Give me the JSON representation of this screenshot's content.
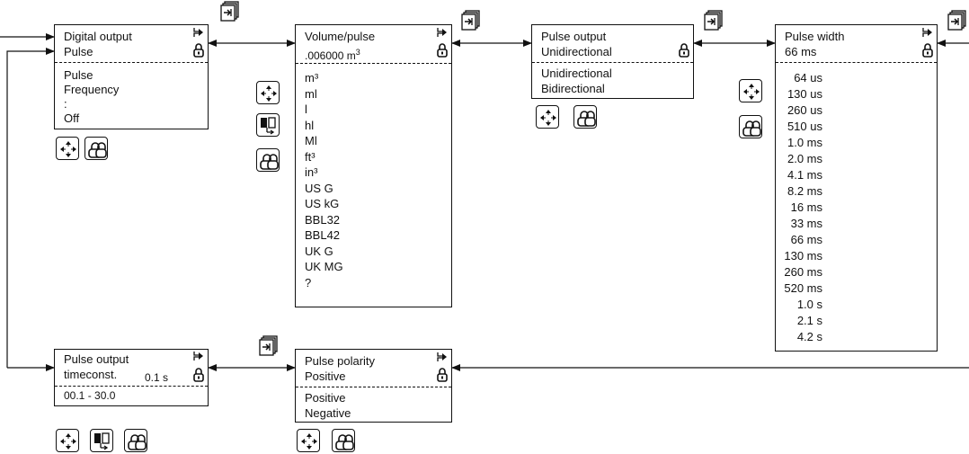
{
  "boxes": {
    "digital_output": {
      "line1": "Digital output",
      "line2": "Pulse",
      "options": [
        "Pulse",
        "Frequency",
        ":",
        "Off"
      ]
    },
    "volume_pulse": {
      "line1": "Volume/pulse",
      "line2_value": ".006000 m",
      "line2_sup": "3",
      "options": [
        "m³",
        "ml",
        "l",
        "hl",
        "Ml",
        "ft³",
        "in³",
        "US G",
        "US kG",
        "BBL32",
        "BBL42",
        "UK G",
        "UK MG",
        "?"
      ]
    },
    "pulse_output_dir": {
      "line1": "Pulse output",
      "line2": "Unidirectional",
      "options": [
        "Unidirectional",
        "Bidirectional"
      ]
    },
    "pulse_width": {
      "line1": "Pulse width",
      "line2": "66 ms",
      "options": [
        "64 us",
        "130 us",
        "260 us",
        "510 us",
        "1.0 ms",
        "2.0 ms",
        "4.1 ms",
        "8.2 ms",
        "16 ms",
        "33 ms",
        "66 ms",
        "130 ms",
        "260 ms",
        "520 ms",
        "1.0  s",
        "2.1  s",
        "4.2  s"
      ]
    },
    "pulse_timeconst": {
      "line1": "Pulse output",
      "line2": "timeconst.",
      "value": "0.1 s",
      "range": "00.1 - 30.0"
    },
    "pulse_polarity": {
      "line1": "Pulse polarity",
      "line2": "Positive",
      "options": [
        "Positive",
        "Negative"
      ]
    }
  },
  "icons": {
    "goto": "goto-menu-icon",
    "arrows": "four-arrows-navigate-icon",
    "lock": "lock-icon",
    "edit": "edit-value-icon",
    "next": "next-level-icon"
  },
  "colors": {
    "line": "#111111",
    "background": "#ffffff"
  }
}
